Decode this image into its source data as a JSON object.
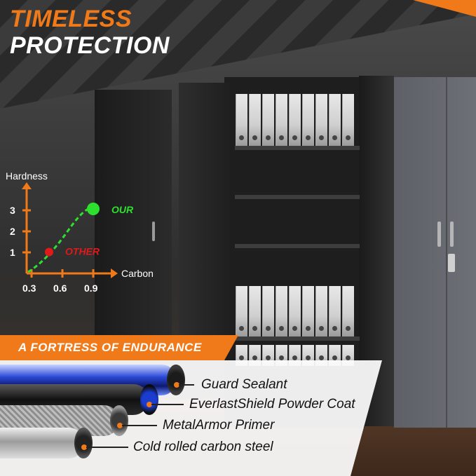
{
  "headline": {
    "line1": "TIMELESS",
    "line2": "PROTECTION"
  },
  "colors": {
    "accent": "#f07a1a",
    "our": "#2ee02e",
    "other": "#e01a1a"
  },
  "chart_data": {
    "type": "line",
    "xlabel": "Carbon",
    "ylabel": "Hardness",
    "x_ticks": [
      "0.3",
      "0.6",
      "0.9"
    ],
    "y_ticks": [
      "1",
      "2",
      "3"
    ],
    "series": [
      {
        "name": "OUR",
        "points": [
          [
            0.3,
            0.3
          ],
          [
            0.45,
            0.95
          ],
          [
            0.65,
            2.0
          ],
          [
            0.9,
            3.0
          ]
        ]
      },
      {
        "name": "OTHER",
        "points": [
          [
            0.45,
            0.95
          ]
        ]
      }
    ],
    "markers": {
      "OUR": [
        0.9,
        3.0
      ],
      "OTHER": [
        0.45,
        0.95
      ]
    }
  },
  "section": {
    "title": "A FORTRESS OF ENDURANCE"
  },
  "layers": [
    {
      "label": "Guard Sealant"
    },
    {
      "label": "EverlastShield Powder Coat"
    },
    {
      "label": "MetalArmor Primer"
    },
    {
      "label": "Cold rolled carbon steel"
    }
  ]
}
